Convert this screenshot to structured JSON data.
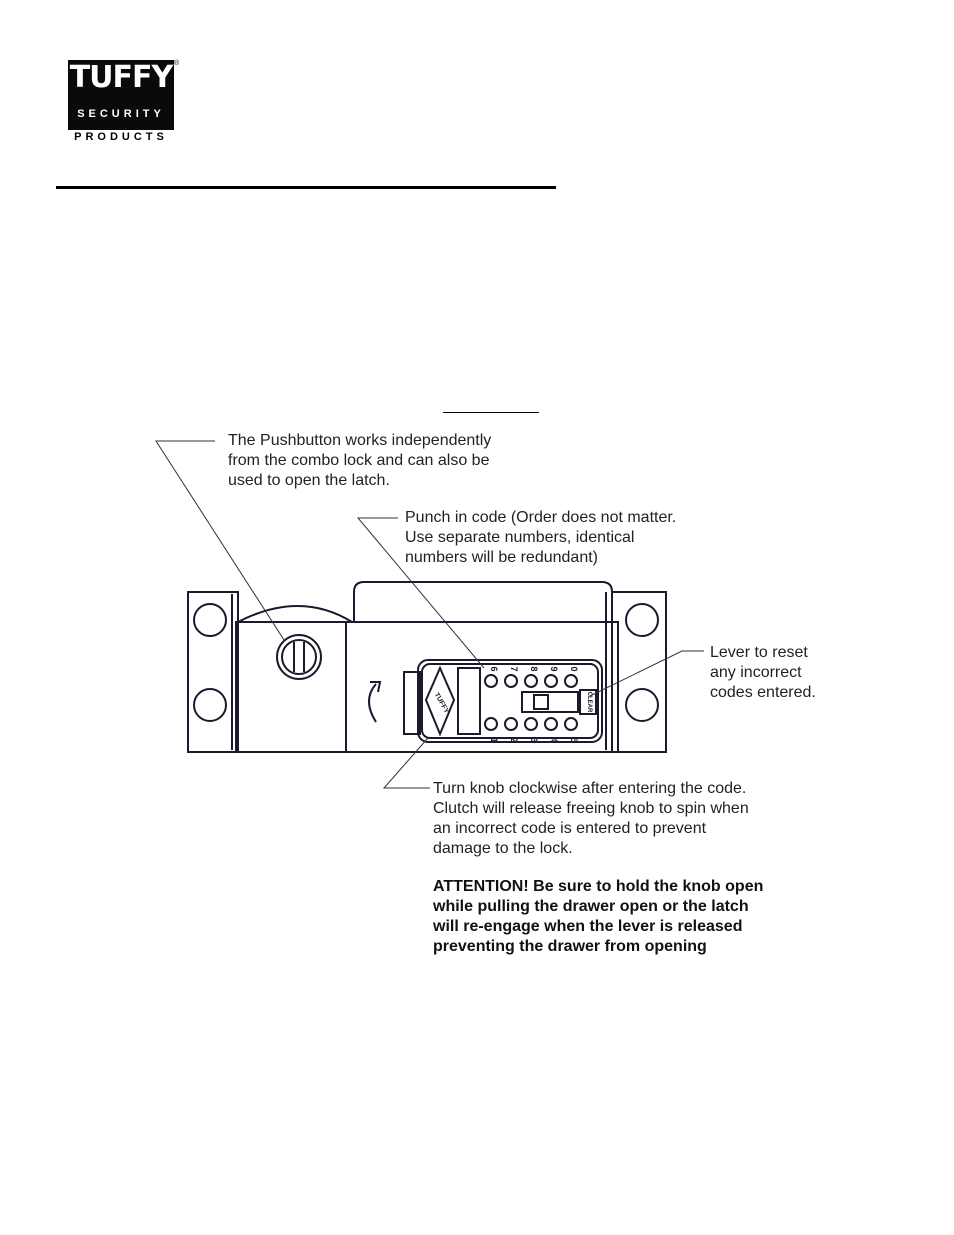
{
  "logo": {
    "brand": "TUFFY",
    "reg": "®",
    "line1": "SECURITY",
    "line2": "PRODUCTS"
  },
  "callouts": {
    "pushbutton": [
      "The Pushbutton works independently",
      "from the combo lock and can also be",
      "used to open the latch."
    ],
    "punch": [
      "Punch in code (Order does not matter.",
      "Use separate numbers, identical",
      "numbers will be redundant)"
    ],
    "lever": [
      "Lever to reset",
      "any incorrect",
      "codes entered."
    ],
    "turn": [
      "Turn knob clockwise after entering the code.",
      "Clutch will release freeing knob to spin when",
      "an incorrect code is entered to prevent",
      "damage to the lock."
    ],
    "attention": [
      "ATTENTION!  Be sure to hold the knob open",
      "while pulling the drawer open or the latch",
      "will re-engage when the lever is released",
      "preventing the drawer from opening"
    ]
  },
  "keypad": {
    "top_keys": [
      "6",
      "7",
      "8",
      "9",
      "0"
    ],
    "bottom_keys": [
      "1",
      "2",
      "3",
      "4",
      "5"
    ],
    "knob_label": "TUFFY",
    "lever_label": "CLEAR"
  }
}
